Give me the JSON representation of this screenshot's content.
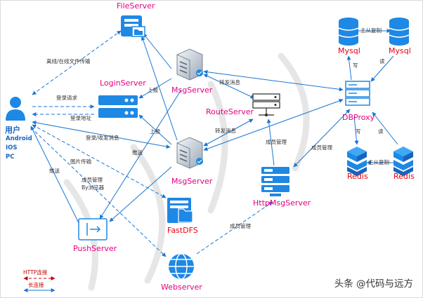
{
  "nodes": {
    "file_server": "FileServer",
    "login_server": "LoginServer",
    "msg_server_top": "MsgServer",
    "msg_server_bottom": "MsgServer",
    "route_server": "RouteServer",
    "http_msg_server": "HttpMsgServer",
    "fastdfs": "FastDFS",
    "push_server": "PushServer",
    "webserver": "Webserver",
    "dbproxy": "DBProxy",
    "mysql_left": "Mysql",
    "mysql_right": "Mysql",
    "redis_left": "Redis",
    "redis_right": "Redis",
    "user_title": "用户",
    "user_platforms": [
      "Android",
      "IOS",
      "PC"
    ]
  },
  "edges": {
    "file_transfer": "离线/在线文件传输",
    "login_request": "登录请求",
    "login_address": "登录地址",
    "login_send_recv": "登录/收发消息",
    "image_transfer": "图片传输",
    "member_mgmt_browser_1": "成员管理",
    "member_mgmt_browser_2": "By浏览器",
    "push_left": "推送",
    "push_mid": "推送",
    "report_top": "上报",
    "report_bottom": "上报",
    "forward_top": "转发消息",
    "forward_bottom": "转发消息",
    "member_http": "成员管理",
    "member_db": "成员管理",
    "member_web": "成员管理",
    "mysql_replication": "主从复制",
    "redis_replication": "主从复制",
    "write_mysql": "写",
    "read_mysql": "读",
    "write_redis": "写",
    "read_redis": "读"
  },
  "legend": {
    "http": "HTTP连接",
    "long": "长连接"
  },
  "watermark": "头条 @代码与远方",
  "colors": {
    "primary_blue": "#1e88e5",
    "node_magenta": "#e4007f",
    "node_red": "#e60012",
    "user_blue": "#1565c0",
    "line_blue": "#1976d2"
  }
}
